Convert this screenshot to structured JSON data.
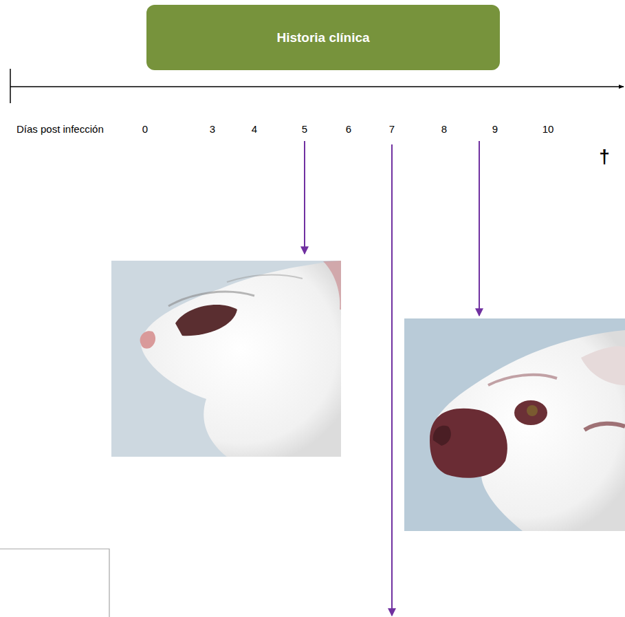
{
  "diagram": {
    "nodes": [
      {
        "text": [
          "Historia clínica"
        ]
      }
    ],
    "labels": [
      "Días post infección",
      "0",
      "3",
      "4",
      "5",
      "6",
      "7",
      "8",
      "9",
      "10",
      "†"
    ]
  }
}
